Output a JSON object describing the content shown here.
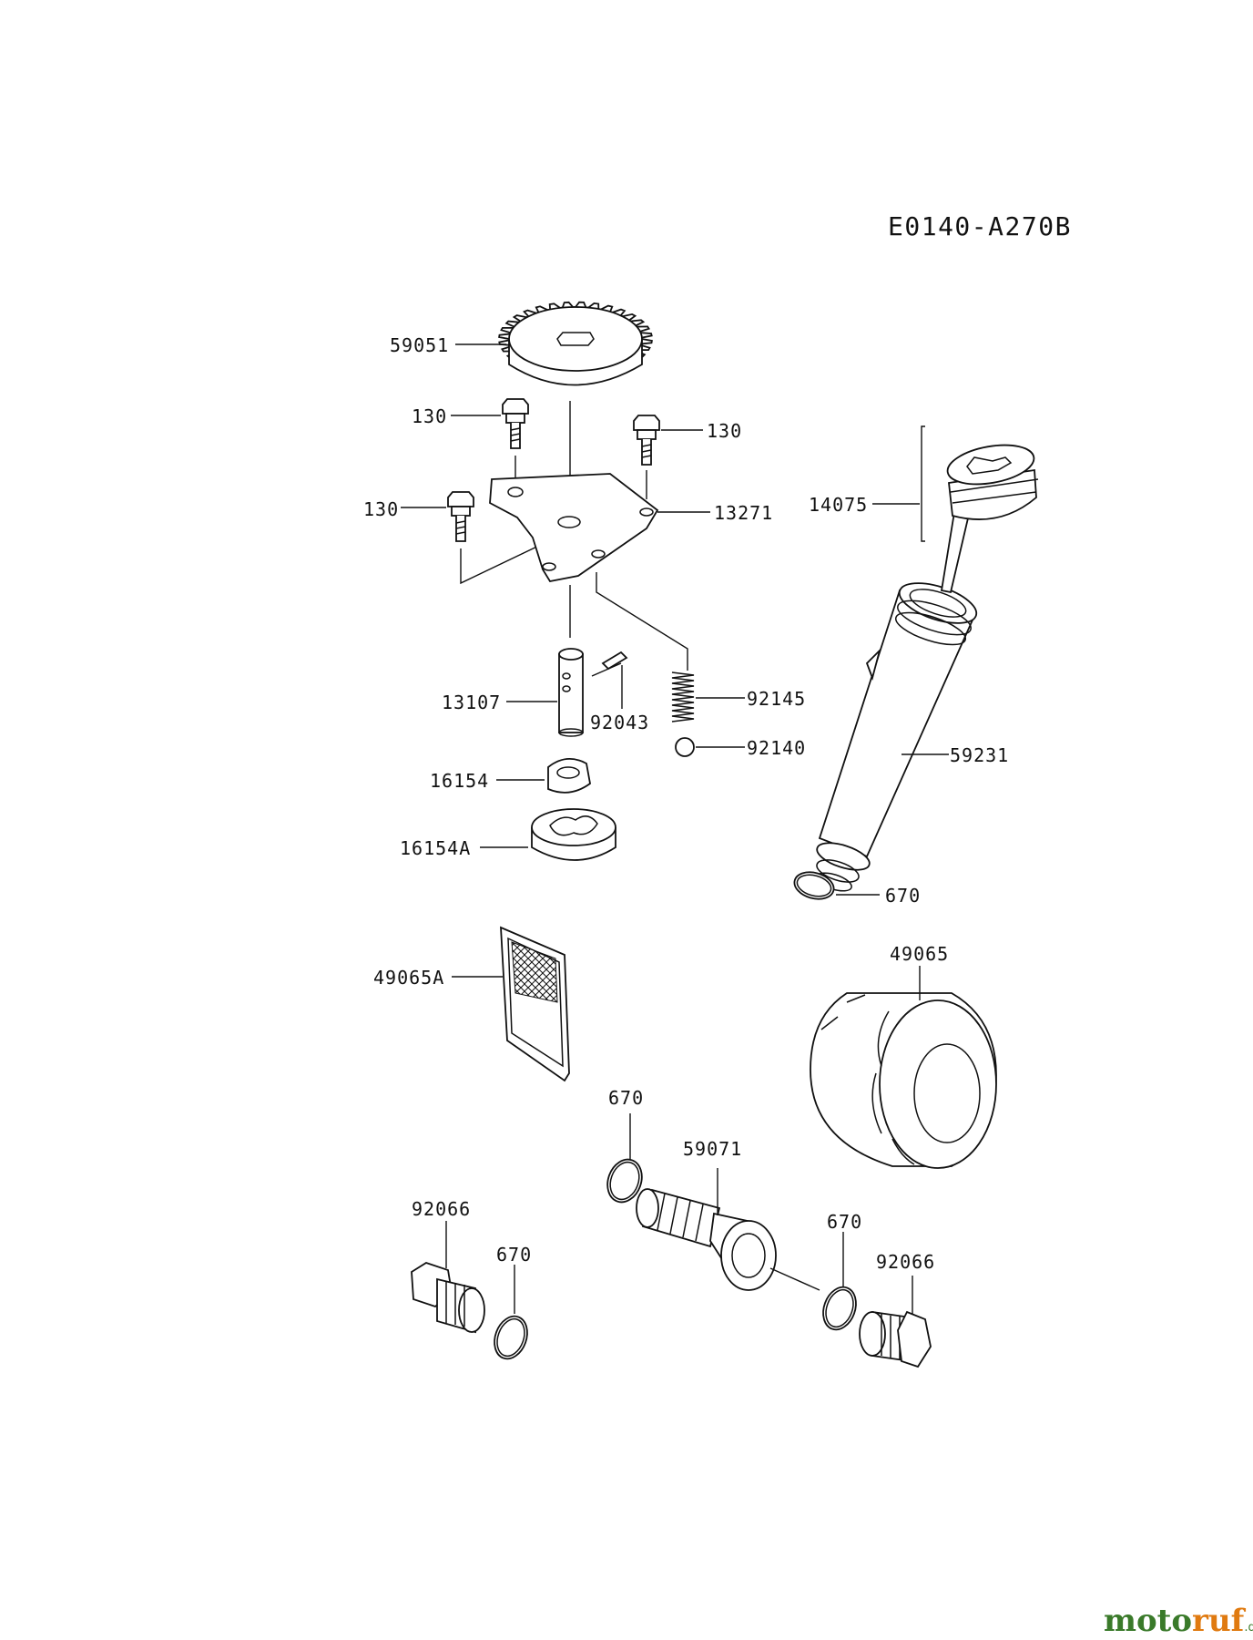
{
  "diagram_code": "E0140-A270B",
  "watermark": {
    "brand": "motoruf",
    "tld": ".de",
    "colors": {
      "moto": "#3a7a2a",
      "ruf": "#e07a10",
      "de": "#3a7a2a"
    }
  },
  "parts": {
    "gear": "59051",
    "bolt_a": "130",
    "bolt_b": "130",
    "bolt_c": "130",
    "plate": "13271",
    "dipstick": "14075",
    "shaft": "13107",
    "pin": "92043",
    "spring": "92145",
    "ball": "92140",
    "dipstick_tube": "59231",
    "inner_rotor": "16154",
    "outer_rotor": "16154A",
    "oring_tube": "670",
    "screen": "49065A",
    "oil_filter": "49065",
    "oring_fitting": "670",
    "fitting": "59071",
    "plug_left": "92066",
    "oring_plug_left": "670",
    "oring_plug_right": "670",
    "plug_right": "92066"
  }
}
